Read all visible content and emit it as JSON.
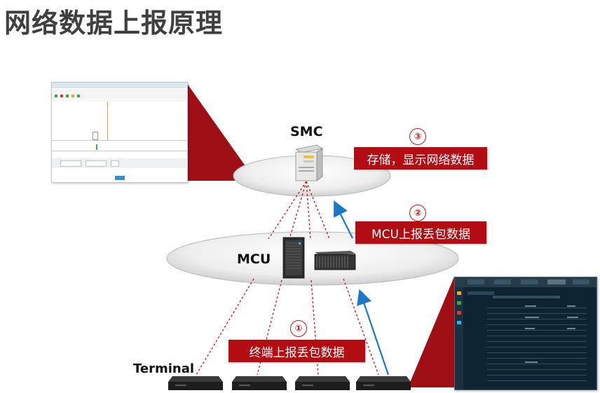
{
  "page": {
    "title": "网络数据上报原理"
  },
  "nodes": {
    "smc": "SMC",
    "mcu": "MCU",
    "terminal": "Terminal"
  },
  "steps": [
    {
      "num": "③",
      "label": "存储，显示网络数据"
    },
    {
      "num": "②",
      "label": "MCU上报丢包数据"
    },
    {
      "num": "①",
      "label": "终端上报丢包数据"
    }
  ],
  "colors": {
    "accent_red": "#b30d13",
    "arrow_blue": "#1b78c8",
    "dashed_red": "#c0151c",
    "title_gray": "#3f3f3f"
  },
  "icons": [
    "server-icon",
    "mcu-rack-icon",
    "mcu-chassis-icon",
    "terminal-box-icon"
  ]
}
